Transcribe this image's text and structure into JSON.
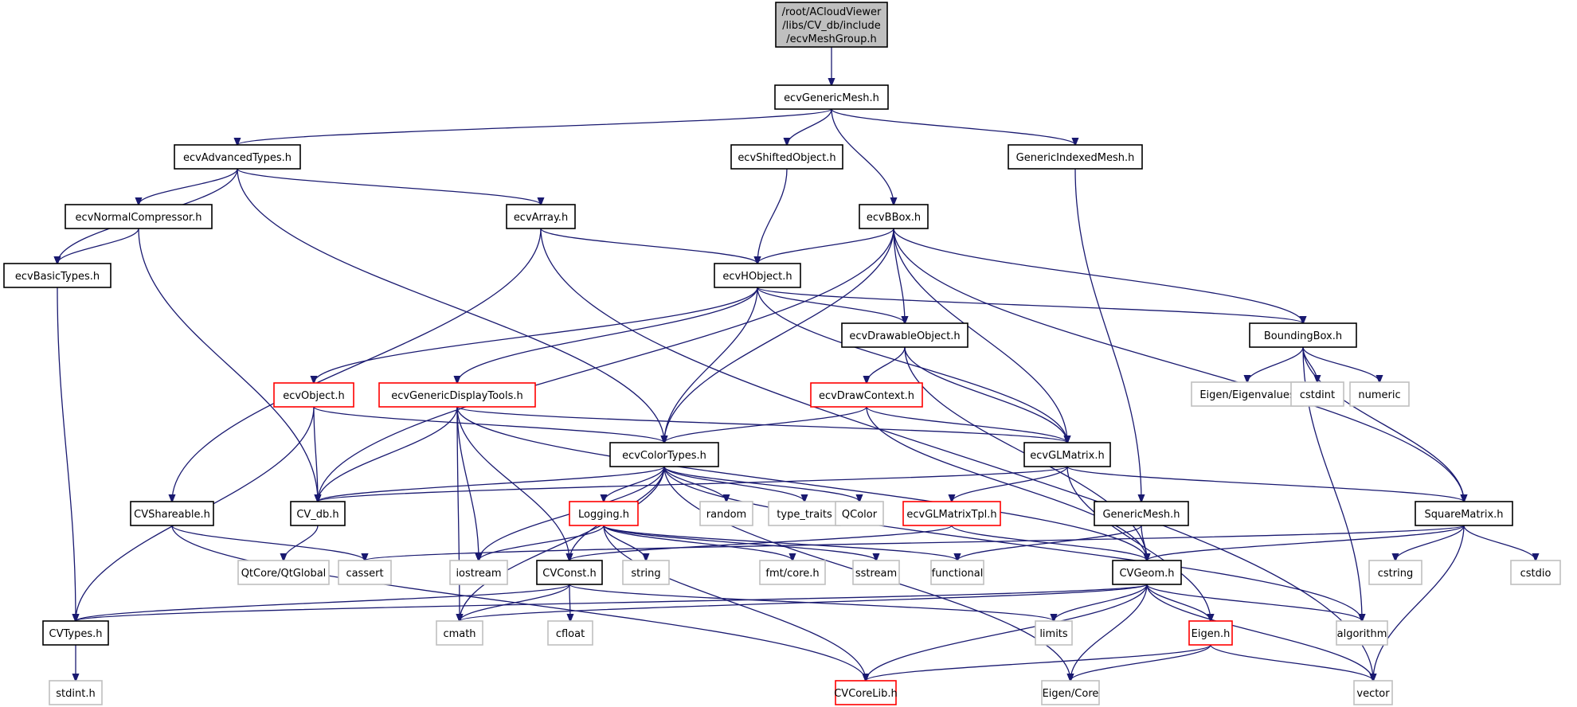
{
  "title": "/root/ACloudViewer/libs/CV_db/include/ecvMeshGroup.h",
  "colors": {
    "edge": "#191970",
    "root_fill": "#bfbfbf",
    "normal_border": "#000000",
    "truncated_border": "#ff0000",
    "external_border": "#bfbfbf"
  },
  "nodes": [
    {
      "id": "root",
      "kind": "root",
      "lines": [
        "/root/ACloudViewer",
        "/libs/CV_db/include",
        "/ecvMeshGroup.h"
      ]
    },
    {
      "id": "ecvGenericMesh",
      "kind": "normal",
      "lines": [
        "ecvGenericMesh.h"
      ]
    },
    {
      "id": "ecvAdvancedTypes",
      "kind": "normal",
      "lines": [
        "ecvAdvancedTypes.h"
      ]
    },
    {
      "id": "ecvShiftedObject",
      "kind": "normal",
      "lines": [
        "ecvShiftedObject.h"
      ]
    },
    {
      "id": "GenericIndexedMesh",
      "kind": "normal",
      "lines": [
        "GenericIndexedMesh.h"
      ]
    },
    {
      "id": "ecvNormalCompressor",
      "kind": "normal",
      "lines": [
        "ecvNormalCompressor.h"
      ]
    },
    {
      "id": "ecvArray",
      "kind": "normal",
      "lines": [
        "ecvArray.h"
      ]
    },
    {
      "id": "ecvBBox",
      "kind": "normal",
      "lines": [
        "ecvBBox.h"
      ]
    },
    {
      "id": "ecvBasicTypes",
      "kind": "normal",
      "lines": [
        "ecvBasicTypes.h"
      ]
    },
    {
      "id": "ecvHObject",
      "kind": "normal",
      "lines": [
        "ecvHObject.h"
      ]
    },
    {
      "id": "ecvDrawableObject",
      "kind": "normal",
      "lines": [
        "ecvDrawableObject.h"
      ]
    },
    {
      "id": "BoundingBox",
      "kind": "normal",
      "lines": [
        "BoundingBox.h"
      ]
    },
    {
      "id": "EigenEigenvalues",
      "kind": "external",
      "lines": [
        "Eigen/Eigenvalues"
      ]
    },
    {
      "id": "cstdint",
      "kind": "external",
      "lines": [
        "cstdint"
      ]
    },
    {
      "id": "numeric",
      "kind": "external",
      "lines": [
        "numeric"
      ]
    },
    {
      "id": "ecvObject",
      "kind": "truncated",
      "lines": [
        "ecvObject.h"
      ]
    },
    {
      "id": "ecvGenericDisplayTools",
      "kind": "truncated",
      "lines": [
        "ecvGenericDisplayTools.h"
      ]
    },
    {
      "id": "ecvDrawContext",
      "kind": "truncated",
      "lines": [
        "ecvDrawContext.h"
      ]
    },
    {
      "id": "ecvColorTypes",
      "kind": "normal",
      "lines": [
        "ecvColorTypes.h"
      ]
    },
    {
      "id": "ecvGLMatrix",
      "kind": "normal",
      "lines": [
        "ecvGLMatrix.h"
      ]
    },
    {
      "id": "CVShareable",
      "kind": "normal",
      "lines": [
        "CVShareable.h"
      ]
    },
    {
      "id": "CV_db",
      "kind": "normal",
      "lines": [
        "CV_db.h"
      ]
    },
    {
      "id": "random",
      "kind": "external",
      "lines": [
        "random"
      ]
    },
    {
      "id": "type_traits",
      "kind": "external",
      "lines": [
        "type_traits"
      ]
    },
    {
      "id": "QColor",
      "kind": "external",
      "lines": [
        "QColor"
      ]
    },
    {
      "id": "Logging",
      "kind": "truncated",
      "lines": [
        "Logging.h"
      ]
    },
    {
      "id": "ecvGLMatrixTpl",
      "kind": "truncated",
      "lines": [
        "ecvGLMatrixTpl.h"
      ]
    },
    {
      "id": "GenericMesh",
      "kind": "normal",
      "lines": [
        "GenericMesh.h"
      ]
    },
    {
      "id": "SquareMatrix",
      "kind": "normal",
      "lines": [
        "SquareMatrix.h"
      ]
    },
    {
      "id": "QtGlobal",
      "kind": "external",
      "lines": [
        "QtCore/QtGlobal"
      ]
    },
    {
      "id": "cassert",
      "kind": "external",
      "lines": [
        "cassert"
      ]
    },
    {
      "id": "iostream",
      "kind": "external",
      "lines": [
        "iostream"
      ]
    },
    {
      "id": "CVConst",
      "kind": "normal",
      "lines": [
        "CVConst.h"
      ]
    },
    {
      "id": "string",
      "kind": "external",
      "lines": [
        "string"
      ]
    },
    {
      "id": "fmtcore",
      "kind": "external",
      "lines": [
        "fmt/core.h"
      ]
    },
    {
      "id": "sstream",
      "kind": "external",
      "lines": [
        "sstream"
      ]
    },
    {
      "id": "functional",
      "kind": "external",
      "lines": [
        "functional"
      ]
    },
    {
      "id": "CVGeom",
      "kind": "normal",
      "lines": [
        "CVGeom.h"
      ]
    },
    {
      "id": "cstring",
      "kind": "external",
      "lines": [
        "cstring"
      ]
    },
    {
      "id": "cstdio",
      "kind": "external",
      "lines": [
        "cstdio"
      ]
    },
    {
      "id": "CVTypes",
      "kind": "normal",
      "lines": [
        "CVTypes.h"
      ]
    },
    {
      "id": "cmath",
      "kind": "external",
      "lines": [
        "cmath"
      ]
    },
    {
      "id": "cfloat",
      "kind": "external",
      "lines": [
        "cfloat"
      ]
    },
    {
      "id": "limits",
      "kind": "external",
      "lines": [
        "limits"
      ]
    },
    {
      "id": "Eigen",
      "kind": "truncated",
      "lines": [
        "Eigen.h"
      ]
    },
    {
      "id": "algorithm",
      "kind": "external",
      "lines": [
        "algorithm"
      ]
    },
    {
      "id": "stdinth",
      "kind": "external",
      "lines": [
        "stdint.h"
      ]
    },
    {
      "id": "CVCoreLib",
      "kind": "truncated",
      "lines": [
        "CVCoreLib.h"
      ]
    },
    {
      "id": "EigenCore",
      "kind": "external",
      "lines": [
        "Eigen/Core"
      ]
    },
    {
      "id": "vector",
      "kind": "external",
      "lines": [
        "vector"
      ]
    }
  ],
  "edges": [
    [
      "root",
      "ecvGenericMesh"
    ],
    [
      "ecvGenericMesh",
      "ecvAdvancedTypes"
    ],
    [
      "ecvGenericMesh",
      "ecvShiftedObject"
    ],
    [
      "ecvGenericMesh",
      "ecvBBox"
    ],
    [
      "ecvGenericMesh",
      "GenericIndexedMesh"
    ],
    [
      "ecvAdvancedTypes",
      "ecvBasicTypes"
    ],
    [
      "ecvAdvancedTypes",
      "ecvNormalCompressor"
    ],
    [
      "ecvAdvancedTypes",
      "ecvArray"
    ],
    [
      "ecvAdvancedTypes",
      "ecvColorTypes"
    ],
    [
      "ecvNormalCompressor",
      "ecvBasicTypes"
    ],
    [
      "ecvNormalCompressor",
      "CV_db"
    ],
    [
      "ecvBasicTypes",
      "CVTypes"
    ],
    [
      "ecvShiftedObject",
      "ecvHObject"
    ],
    [
      "GenericIndexedMesh",
      "GenericMesh"
    ],
    [
      "ecvArray",
      "ecvHObject"
    ],
    [
      "ecvArray",
      "CVShareable"
    ],
    [
      "ecvArray",
      "vector"
    ],
    [
      "ecvBBox",
      "ecvHObject"
    ],
    [
      "ecvBBox",
      "CV_db"
    ],
    [
      "ecvBBox",
      "ecvColorTypes"
    ],
    [
      "ecvBBox",
      "ecvDrawableObject"
    ],
    [
      "ecvBBox",
      "ecvGLMatrix"
    ],
    [
      "ecvBBox",
      "BoundingBox"
    ],
    [
      "ecvBBox",
      "SquareMatrix"
    ],
    [
      "ecvHObject",
      "ecvObject"
    ],
    [
      "ecvHObject",
      "ecvGenericDisplayTools"
    ],
    [
      "ecvHObject",
      "ecvColorTypes"
    ],
    [
      "ecvHObject",
      "ecvDrawableObject"
    ],
    [
      "ecvHObject",
      "ecvGLMatrix"
    ],
    [
      "ecvHObject",
      "BoundingBox"
    ],
    [
      "ecvDrawableObject",
      "ecvDrawContext"
    ],
    [
      "ecvDrawableObject",
      "ecvGLMatrix"
    ],
    [
      "ecvDrawableObject",
      "CVGeom"
    ],
    [
      "BoundingBox",
      "EigenEigenvalues"
    ],
    [
      "BoundingBox",
      "cstdint"
    ],
    [
      "BoundingBox",
      "numeric"
    ],
    [
      "BoundingBox",
      "SquareMatrix"
    ],
    [
      "BoundingBox",
      "algorithm"
    ],
    [
      "ecvObject",
      "CV_db"
    ],
    [
      "ecvObject",
      "ecvColorTypes"
    ],
    [
      "ecvObject",
      "CVTypes"
    ],
    [
      "ecvGenericDisplayTools",
      "CV_db"
    ],
    [
      "ecvGenericDisplayTools",
      "ecvGLMatrix"
    ],
    [
      "ecvGenericDisplayTools",
      "iostream"
    ],
    [
      "ecvGenericDisplayTools",
      "CVConst"
    ],
    [
      "ecvGenericDisplayTools",
      "cmath"
    ],
    [
      "ecvGenericDisplayTools",
      "CVGeom"
    ],
    [
      "ecvDrawContext",
      "ecvColorTypes"
    ],
    [
      "ecvDrawContext",
      "ecvGLMatrix"
    ],
    [
      "ecvDrawContext",
      "CVGeom"
    ],
    [
      "ecvColorTypes",
      "CV_db"
    ],
    [
      "ecvColorTypes",
      "Logging"
    ],
    [
      "ecvColorTypes",
      "random"
    ],
    [
      "ecvColorTypes",
      "type_traits"
    ],
    [
      "ecvColorTypes",
      "QColor"
    ],
    [
      "ecvColorTypes",
      "iostream"
    ],
    [
      "ecvColorTypes",
      "CVConst"
    ],
    [
      "ecvColorTypes",
      "cmath"
    ],
    [
      "ecvColorTypes",
      "EigenCore"
    ],
    [
      "ecvColorTypes",
      "algorithm"
    ],
    [
      "ecvGLMatrix",
      "CV_db"
    ],
    [
      "ecvGLMatrix",
      "ecvGLMatrixTpl"
    ],
    [
      "ecvGLMatrix",
      "SquareMatrix"
    ],
    [
      "ecvGLMatrix",
      "Eigen"
    ],
    [
      "ecvGLMatrixTpl",
      "CVConst"
    ],
    [
      "ecvGLMatrixTpl",
      "CVGeom"
    ],
    [
      "GenericMesh",
      "CVGeom"
    ],
    [
      "GenericMesh",
      "functional"
    ],
    [
      "SquareMatrix",
      "CVGeom"
    ],
    [
      "SquareMatrix",
      "cassert"
    ],
    [
      "SquareMatrix",
      "cstring"
    ],
    [
      "SquareMatrix",
      "cstdio"
    ],
    [
      "SquareMatrix",
      "vector"
    ],
    [
      "CVShareable",
      "cassert"
    ],
    [
      "CVShareable",
      "CVCoreLib"
    ],
    [
      "CV_db",
      "QtGlobal"
    ],
    [
      "Logging",
      "iostream"
    ],
    [
      "Logging",
      "string"
    ],
    [
      "Logging",
      "fmtcore"
    ],
    [
      "Logging",
      "sstream"
    ],
    [
      "Logging",
      "functional"
    ],
    [
      "Logging",
      "CVCoreLib"
    ],
    [
      "CVConst",
      "CVTypes"
    ],
    [
      "CVConst",
      "cmath"
    ],
    [
      "CVConst",
      "cfloat"
    ],
    [
      "CVConst",
      "limits"
    ],
    [
      "CVGeom",
      "CVTypes"
    ],
    [
      "CVGeom",
      "cmath"
    ],
    [
      "CVGeom",
      "limits"
    ],
    [
      "CVGeom",
      "Eigen"
    ],
    [
      "CVGeom",
      "algorithm"
    ],
    [
      "CVGeom",
      "CVCoreLib"
    ],
    [
      "CVGeom",
      "EigenCore"
    ],
    [
      "CVGeom",
      "vector"
    ],
    [
      "Eigen",
      "CVCoreLib"
    ],
    [
      "Eigen",
      "EigenCore"
    ],
    [
      "Eigen",
      "vector"
    ],
    [
      "CVTypes",
      "stdinth"
    ]
  ]
}
